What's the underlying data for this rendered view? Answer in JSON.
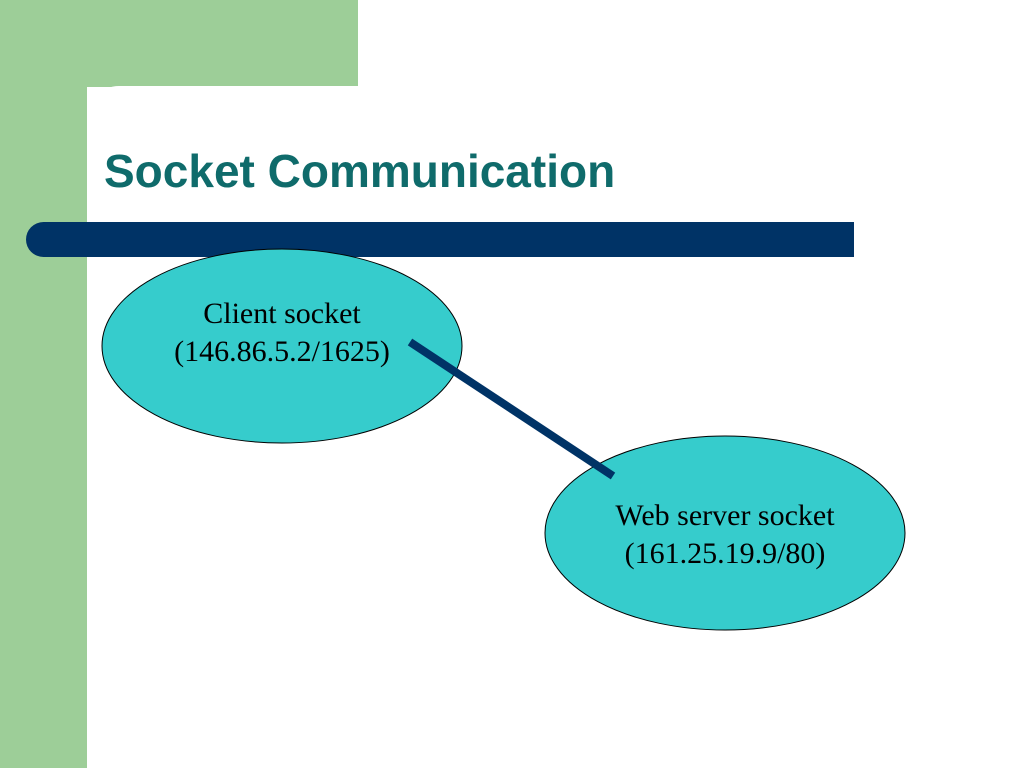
{
  "slide": {
    "title": "Socket Communication"
  },
  "colors": {
    "side_green": "#9dce98",
    "title_teal": "#0f6b6b",
    "rule_navy": "#003366",
    "node_fill": "#36cccc",
    "node_stroke": "#000000",
    "connector": "#003366"
  },
  "diagram": {
    "nodes": [
      {
        "id": "client",
        "line1": "Client socket",
        "line2": "(146.86.5.2/1625)"
      },
      {
        "id": "server",
        "line1": "Web server socket",
        "line2": "(161.25.19.9/80)"
      }
    ],
    "edges": [
      {
        "from": "client",
        "to": "server",
        "style": "solid"
      }
    ]
  }
}
